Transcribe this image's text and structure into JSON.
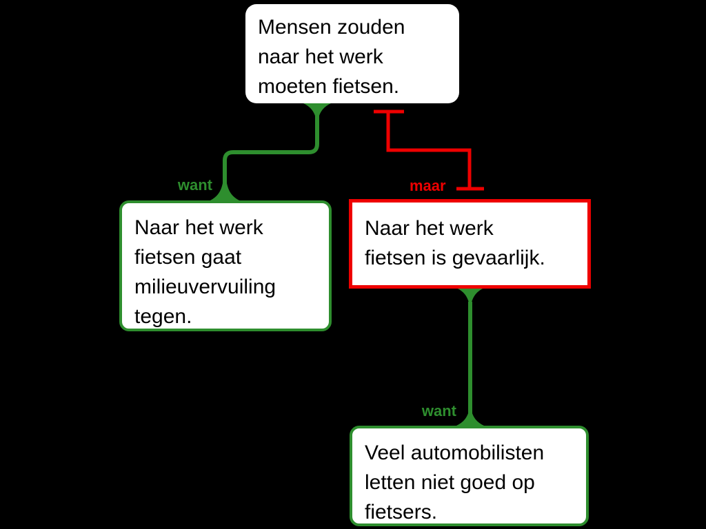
{
  "colors": {
    "background": "#000000",
    "support": "#2e8e2e",
    "objection": "#ee0000",
    "box_bg": "#ffffff",
    "text": "#000000"
  },
  "nodes": {
    "contention": {
      "text": "Mensen zouden\nnaar het werk\nmoeten fietsen."
    },
    "reason_left": {
      "text": "Naar het werk\nfietsen gaat\nmilieuvervuiling\ntegen."
    },
    "objection_right": {
      "text": "Naar het werk\nfietsen is gevaarlijk."
    },
    "reason_bottom": {
      "text": "Veel automobilisten\nletten niet goed op\nfietsers."
    }
  },
  "relations": {
    "left_support": {
      "label": "want",
      "type": "support"
    },
    "top_objection": {
      "label": "maar",
      "type": "objection"
    },
    "bottom_support": {
      "label": "want",
      "type": "support"
    }
  }
}
